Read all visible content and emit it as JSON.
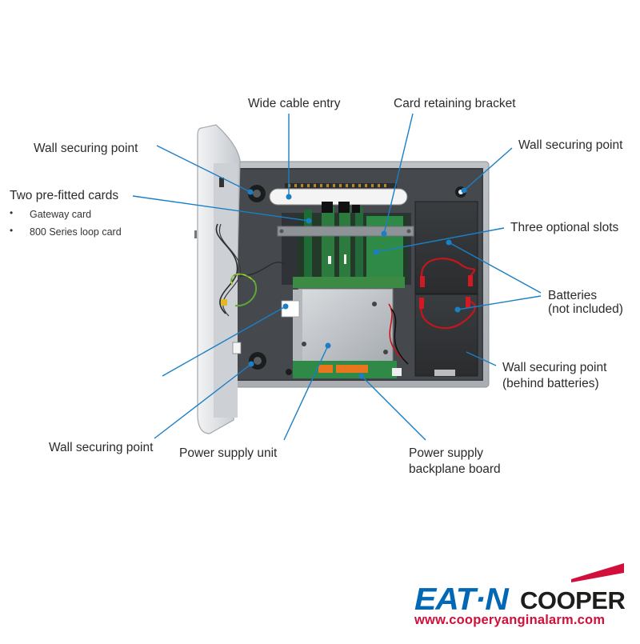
{
  "labels": {
    "wide_cable_entry": "Wide cable entry",
    "card_retaining_bracket": "Card retaining bracket",
    "wall_securing_top_left": "Wall securing point",
    "wall_securing_top_right": "Wall securing point",
    "two_prefitted_cards": "Two pre-fitted cards",
    "gateway_card": "Gateway card",
    "loop_card": "800 Series loop card",
    "three_optional_slots": "Three optional slots",
    "batteries_line1": "Batteries",
    "batteries_line2": "(not included)",
    "wall_securing_behind_line1": "Wall securing point",
    "wall_securing_behind_line2": "(behind batteries)",
    "wall_securing_bottom_left": "Wall securing point",
    "power_supply_unit": "Power supply unit",
    "backplane_line1": "Power supply",
    "backplane_line2": "backplane board",
    "bullet": "•"
  },
  "logo": {
    "brand1": "EAT·N",
    "brand2": "COOPER",
    "url": "www.cooperyanginalarm.com"
  },
  "colors": {
    "leader": "#1a7fc4",
    "eaton_blue": "#0068b4",
    "cooper_black": "#1d1d1b",
    "url_red": "#d0103a"
  }
}
